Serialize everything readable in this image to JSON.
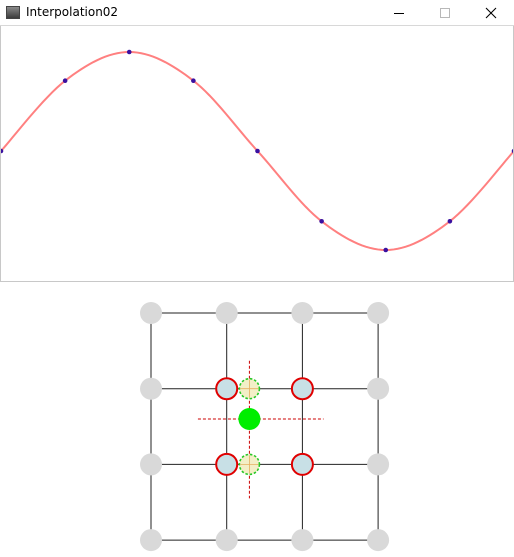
{
  "window": {
    "title": "Interpolation02",
    "controls": {
      "minimize_icon": "minimize-icon",
      "maximize_icon": "maximize-icon",
      "close_icon": "close-icon"
    }
  },
  "colors": {
    "curve": "#ff8080",
    "control_point": "#3a10a0",
    "grid_line": "#222222",
    "grid_node": "#d9d9d9",
    "highlight_fill": "#c8e0e6",
    "highlight_stroke": "#e00000",
    "sample_fill": "#f3efc7",
    "sample_stroke": "#28c828",
    "interpolated_point": "#00ee00",
    "crosshair": "#cc0000"
  },
  "chart_data": {
    "type": "line",
    "title": "",
    "xlabel": "",
    "ylabel": "",
    "xlim": [
      0,
      8
    ],
    "ylim": [
      -1.3,
      1.3
    ],
    "series": [
      {
        "x": [
          0,
          1,
          2,
          3,
          4,
          5,
          6,
          7,
          8
        ],
        "values": [
          0,
          0.71,
          1.0,
          0.71,
          0,
          -0.71,
          -1.0,
          -0.71,
          0
        ]
      }
    ]
  },
  "interpolation_grid": {
    "cols": 4,
    "rows": 4,
    "highlighted_nodes": [
      [
        1,
        1
      ],
      [
        2,
        1
      ],
      [
        1,
        2
      ],
      [
        2,
        2
      ]
    ],
    "sample_points": [
      [
        1.3,
        1
      ],
      [
        1.3,
        2
      ]
    ],
    "interpolated_point": [
      1.3,
      1.4
    ]
  }
}
